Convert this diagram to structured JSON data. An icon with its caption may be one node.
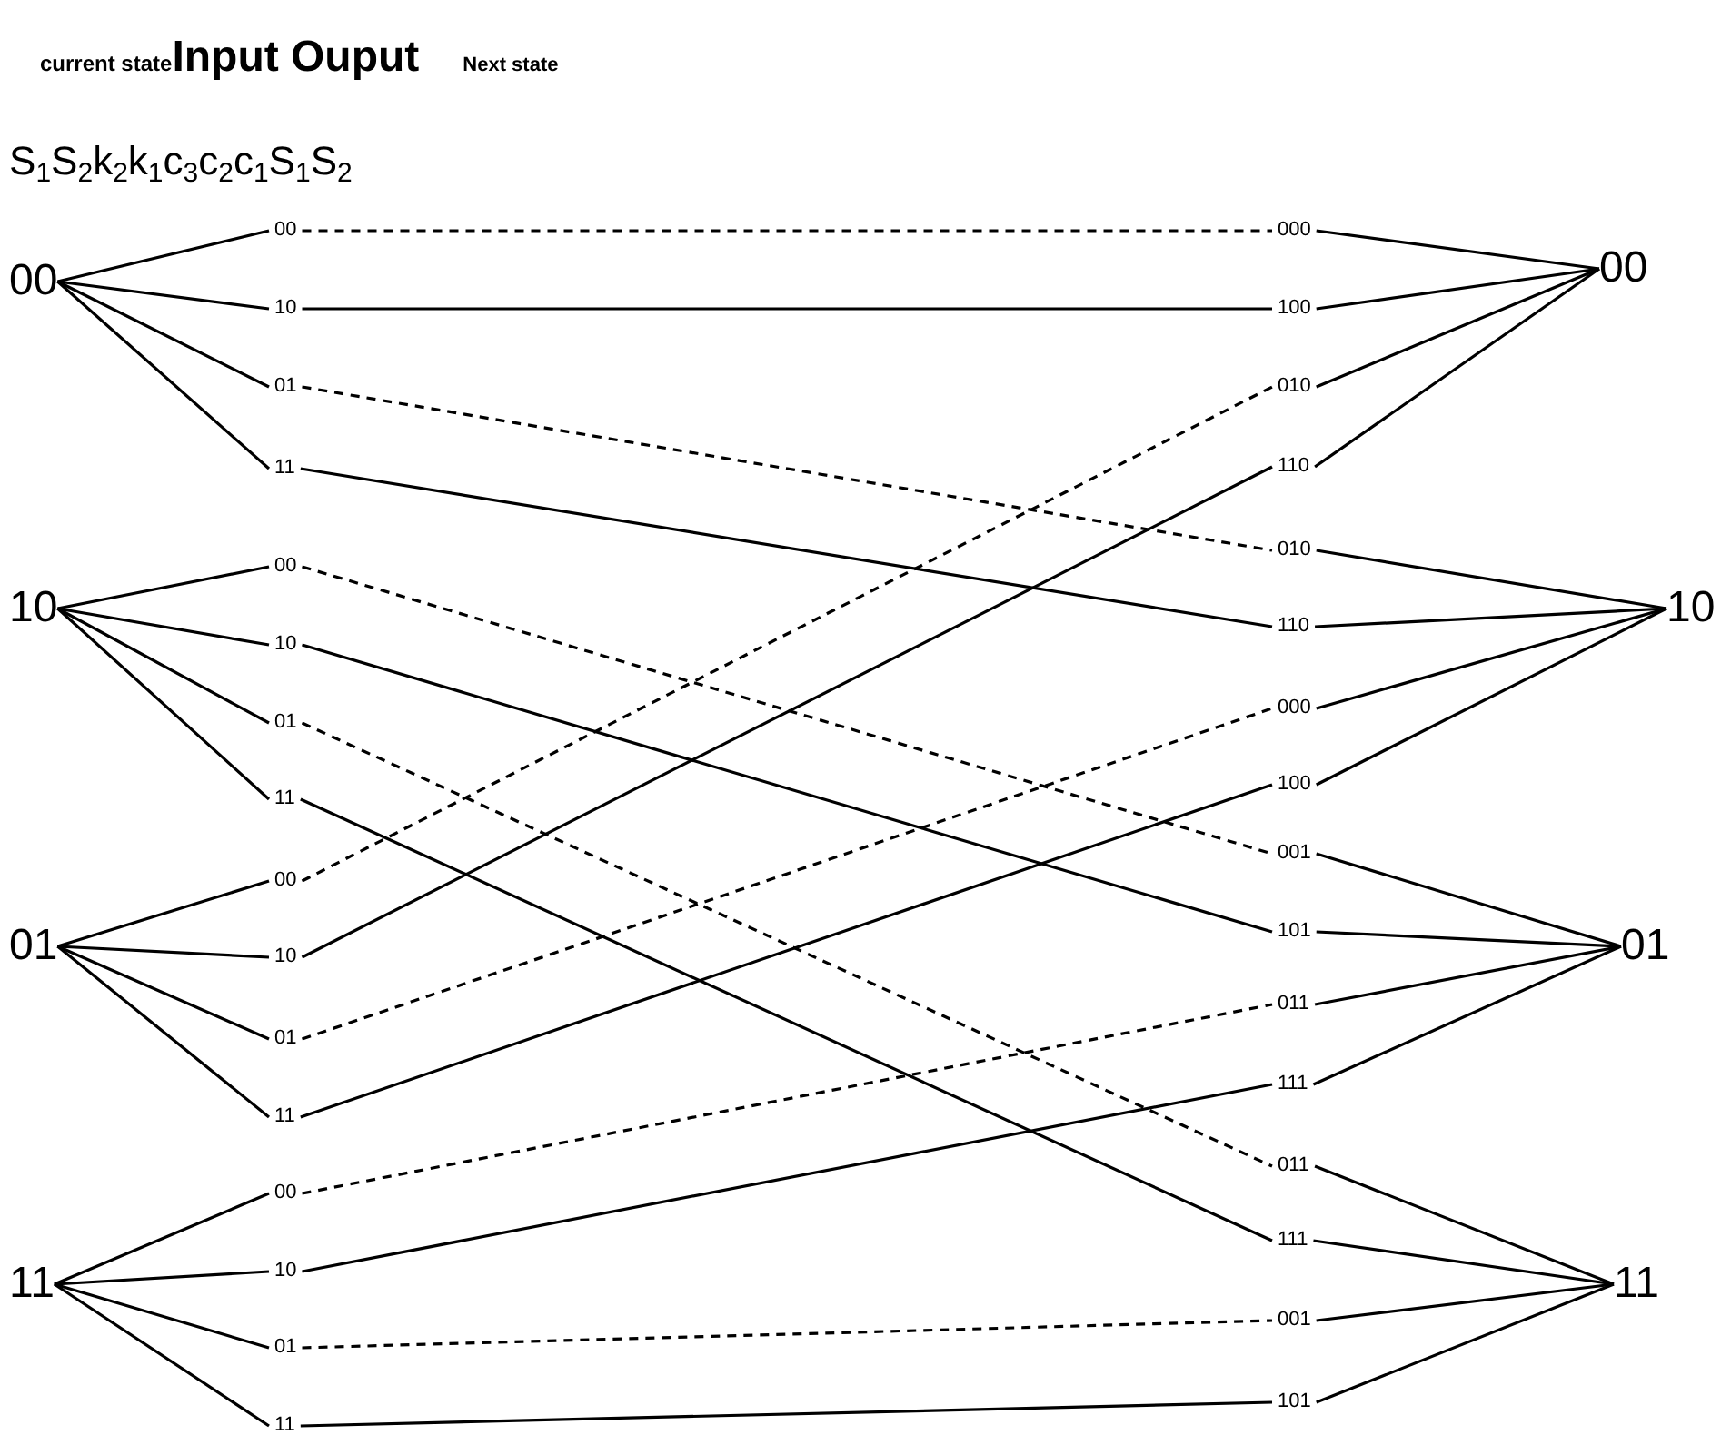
{
  "diagram": {
    "nodes": [
      {
        "text": [
          "00"
        ]
      },
      {
        "text": [
          "10"
        ]
      },
      {
        "text": [
          "01"
        ]
      },
      {
        "text": [
          "11"
        ]
      },
      {
        "text": [
          "00"
        ]
      },
      {
        "text": [
          "10"
        ]
      },
      {
        "text": [
          "01"
        ]
      },
      {
        "text": [
          "11"
        ]
      },
      {
        "text": [
          "00"
        ]
      },
      {
        "text": [
          "10"
        ]
      },
      {
        "text": [
          "01"
        ]
      },
      {
        "text": [
          "11"
        ]
      },
      {
        "text": [
          "00"
        ]
      },
      {
        "text": [
          "10"
        ]
      },
      {
        "text": [
          "01"
        ]
      },
      {
        "text": [
          "11"
        ]
      },
      {
        "text": [
          "00"
        ]
      },
      {
        "text": [
          "10"
        ]
      },
      {
        "text": [
          "01"
        ]
      },
      {
        "text": [
          "11"
        ]
      },
      {
        "text": [
          "000"
        ]
      },
      {
        "text": [
          "100"
        ]
      },
      {
        "text": [
          "010"
        ]
      },
      {
        "text": [
          "110"
        ]
      },
      {
        "text": [
          "010"
        ]
      },
      {
        "text": [
          "110"
        ]
      },
      {
        "text": [
          "000"
        ]
      },
      {
        "text": [
          "100"
        ]
      },
      {
        "text": [
          "001"
        ]
      },
      {
        "text": [
          "101"
        ]
      },
      {
        "text": [
          "011"
        ]
      },
      {
        "text": [
          "111"
        ]
      },
      {
        "text": [
          "011"
        ]
      },
      {
        "text": [
          "111"
        ]
      },
      {
        "text": [
          "001"
        ]
      },
      {
        "text": [
          "101"
        ]
      },
      {
        "text": [
          "00"
        ]
      },
      {
        "text": [
          "10"
        ]
      },
      {
        "text": [
          "01"
        ]
      },
      {
        "text": [
          "11"
        ]
      }
    ],
    "edges": [
      {
        "from": 0,
        "to": 4,
        "arrow": "none"
      },
      {
        "from": 0,
        "to": 5,
        "arrow": "none"
      },
      {
        "from": 0,
        "to": 6,
        "arrow": "none"
      },
      {
        "from": 0,
        "to": 7,
        "arrow": "none"
      },
      {
        "from": 1,
        "to": 8,
        "arrow": "none"
      },
      {
        "from": 1,
        "to": 9,
        "arrow": "none"
      },
      {
        "from": 1,
        "to": 10,
        "arrow": "none"
      },
      {
        "from": 1,
        "to": 11,
        "arrow": "none"
      },
      {
        "from": 2,
        "to": 12,
        "arrow": "none"
      },
      {
        "from": 2,
        "to": 13,
        "arrow": "none"
      },
      {
        "from": 2,
        "to": 14,
        "arrow": "none"
      },
      {
        "from": 2,
        "to": 15,
        "arrow": "none"
      },
      {
        "from": 3,
        "to": 16,
        "arrow": "none"
      },
      {
        "from": 3,
        "to": 17,
        "arrow": "none"
      },
      {
        "from": 3,
        "to": 18,
        "arrow": "none"
      },
      {
        "from": 3,
        "to": 19,
        "arrow": "none"
      },
      {
        "from": 4,
        "to": 20,
        "arrow": "none",
        "style": "dashed"
      },
      {
        "from": 5,
        "to": 21,
        "arrow": "none"
      },
      {
        "from": 6,
        "to": 24,
        "arrow": "none",
        "style": "dashed"
      },
      {
        "from": 7,
        "to": 25,
        "arrow": "none"
      },
      {
        "from": 8,
        "to": 28,
        "arrow": "none",
        "style": "dashed"
      },
      {
        "from": 9,
        "to": 29,
        "arrow": "none"
      },
      {
        "from": 10,
        "to": 32,
        "arrow": "none",
        "style": "dashed"
      },
      {
        "from": 11,
        "to": 33,
        "arrow": "none"
      },
      {
        "from": 12,
        "to": 22,
        "arrow": "none",
        "style": "dashed"
      },
      {
        "from": 13,
        "to": 23,
        "arrow": "none"
      },
      {
        "from": 14,
        "to": 26,
        "arrow": "none",
        "style": "dashed"
      },
      {
        "from": 15,
        "to": 27,
        "arrow": "none"
      },
      {
        "from": 16,
        "to": 30,
        "arrow": "none",
        "style": "dashed"
      },
      {
        "from": 17,
        "to": 31,
        "arrow": "none"
      },
      {
        "from": 18,
        "to": 34,
        "arrow": "none",
        "style": "dashed"
      },
      {
        "from": 19,
        "to": 35,
        "arrow": "none"
      },
      {
        "from": 20,
        "to": 36,
        "arrow": "none"
      },
      {
        "from": 21,
        "to": 36,
        "arrow": "none"
      },
      {
        "from": 22,
        "to": 36,
        "arrow": "none"
      },
      {
        "from": 23,
        "to": 36,
        "arrow": "none"
      },
      {
        "from": 24,
        "to": 37,
        "arrow": "none"
      },
      {
        "from": 25,
        "to": 37,
        "arrow": "none"
      },
      {
        "from": 26,
        "to": 37,
        "arrow": "none"
      },
      {
        "from": 27,
        "to": 37,
        "arrow": "none"
      },
      {
        "from": 28,
        "to": 38,
        "arrow": "none"
      },
      {
        "from": 29,
        "to": 38,
        "arrow": "none"
      },
      {
        "from": 30,
        "to": 38,
        "arrow": "none"
      },
      {
        "from": 31,
        "to": 38,
        "arrow": "none"
      },
      {
        "from": 32,
        "to": 39,
        "arrow": "none"
      },
      {
        "from": 33,
        "to": 39,
        "arrow": "none"
      },
      {
        "from": 34,
        "to": 39,
        "arrow": "none"
      },
      {
        "from": 35,
        "to": 39,
        "arrow": "none"
      }
    ],
    "labels": [
      "current state",
      "Input Ouput",
      "Next state",
      "S$_{1}$S$_{2}$k$_{2}$k$_{1}$c$_{3}$c$_{2}$c$_{1}$S$_{1}$S$_{2}$"
    ]
  }
}
